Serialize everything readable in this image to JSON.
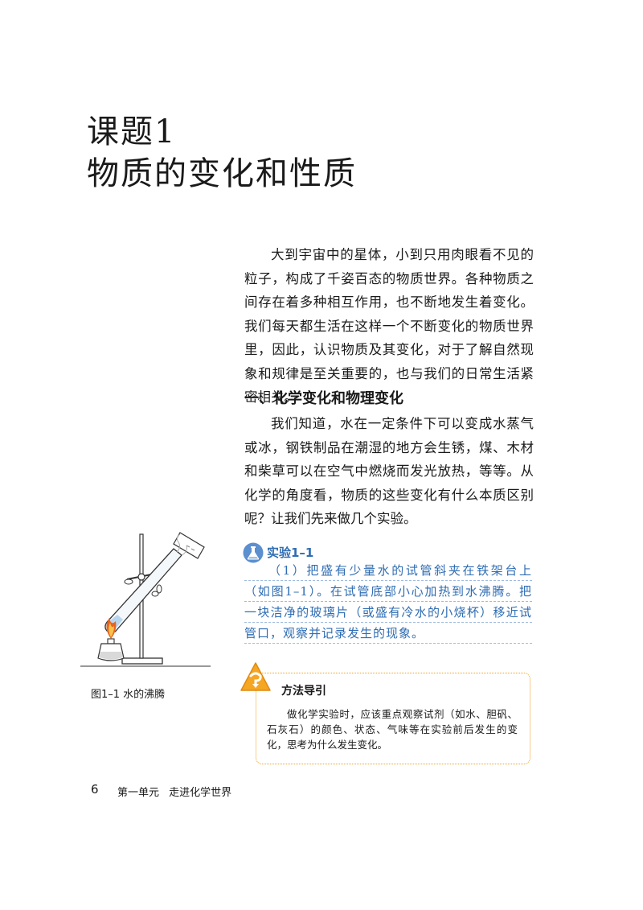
{
  "title": {
    "line1": "课题1",
    "line2": "物质的变化和性质"
  },
  "intro": "大到宇宙中的星体，小到只用肉眼看不见的粒子，构成了千姿百态的物质世界。各种物质之间存在着多种相互作用，也不断地发生着变化。我们每天都生活在这样一个不断变化的物质世界里，因此，认识物质及其变化，对于了解自然现象和规律是至关重要的，也与我们的日常生活紧密相关。",
  "section1": {
    "heading": "一、化学变化和物理变化",
    "paragraph": "我们知道，水在一定条件下可以变成水蒸气或冰，钢铁制品在潮湿的地方会生锈，煤、木材和柴草可以在空气中燃烧而发光放热，等等。从化学的角度看，物质的这些变化有什么本质区别呢？让我们先来做几个实验。"
  },
  "experiment": {
    "title": "实验1–1",
    "text": "（1）把盛有少量水的试管斜夹在铁架台上（如图1–1）。在试管底部小心加热到水沸腾。把一块洁净的玻璃片（或盛有冷水的小烧杯）移近试管口，观察并记录发生的现象。"
  },
  "figure": {
    "caption": "图1–1  水的沸腾"
  },
  "method": {
    "title": "方法导引",
    "text": "做化学实验时，应该重点观察试剂（如水、胆矾、石灰石）的颜色、状态、气味等在实验前后发生的变化，思考为什么发生变化。"
  },
  "footer": {
    "page_number": "6",
    "running_head": "第一单元 走进化学世界"
  },
  "colors": {
    "experiment_blue": "#2f6db3",
    "method_orange": "#f0a020",
    "flame": "#e8641e"
  }
}
